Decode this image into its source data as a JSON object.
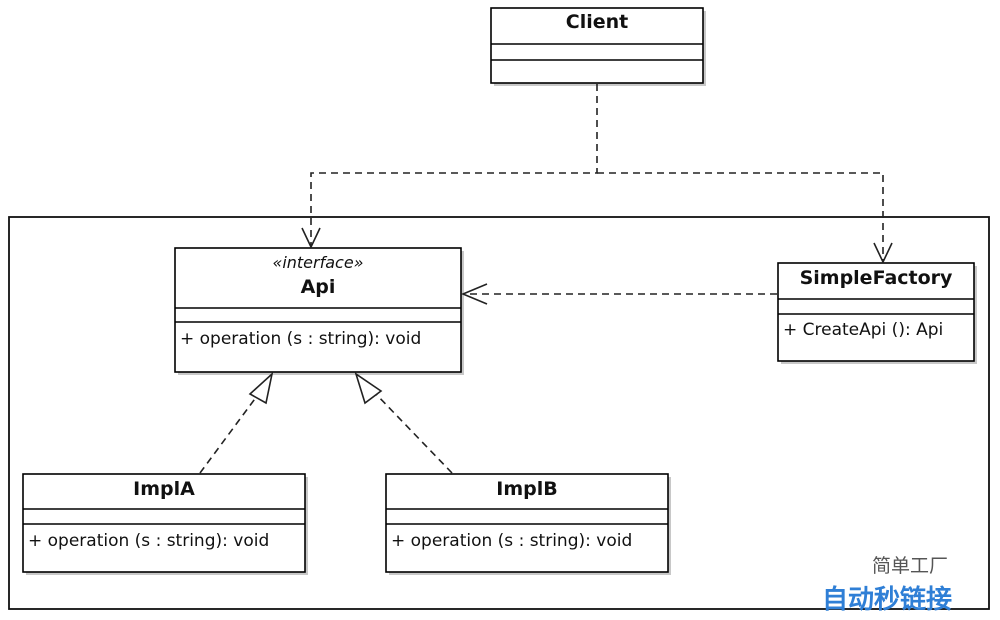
{
  "classes": {
    "client": {
      "name": "Client",
      "members": []
    },
    "api": {
      "stereotype": "«interface»",
      "name": "Api",
      "members": [
        "+ operation (s : string): void"
      ]
    },
    "simple_factory": {
      "name": "SimpleFactory",
      "members": [
        "+ CreateApi (): Api"
      ]
    },
    "impl_a": {
      "name": "ImplA",
      "members": [
        "+ operation (s : string): void"
      ]
    },
    "impl_b": {
      "name": "ImplB",
      "members": [
        "+ operation (s : string): void"
      ]
    }
  },
  "relations": [
    {
      "from": "Client",
      "to": "Api",
      "type": "dependency"
    },
    {
      "from": "Client",
      "to": "SimpleFactory",
      "type": "dependency"
    },
    {
      "from": "SimpleFactory",
      "to": "Api",
      "type": "dependency"
    },
    {
      "from": "ImplA",
      "to": "Api",
      "type": "realization"
    },
    {
      "from": "ImplB",
      "to": "Api",
      "type": "realization"
    }
  ],
  "package_caption": "简单工厂",
  "watermark": "自动秒链接",
  "colors": {
    "line": "#000000",
    "caption": "#555555",
    "watermark": "#2f7fd6"
  }
}
